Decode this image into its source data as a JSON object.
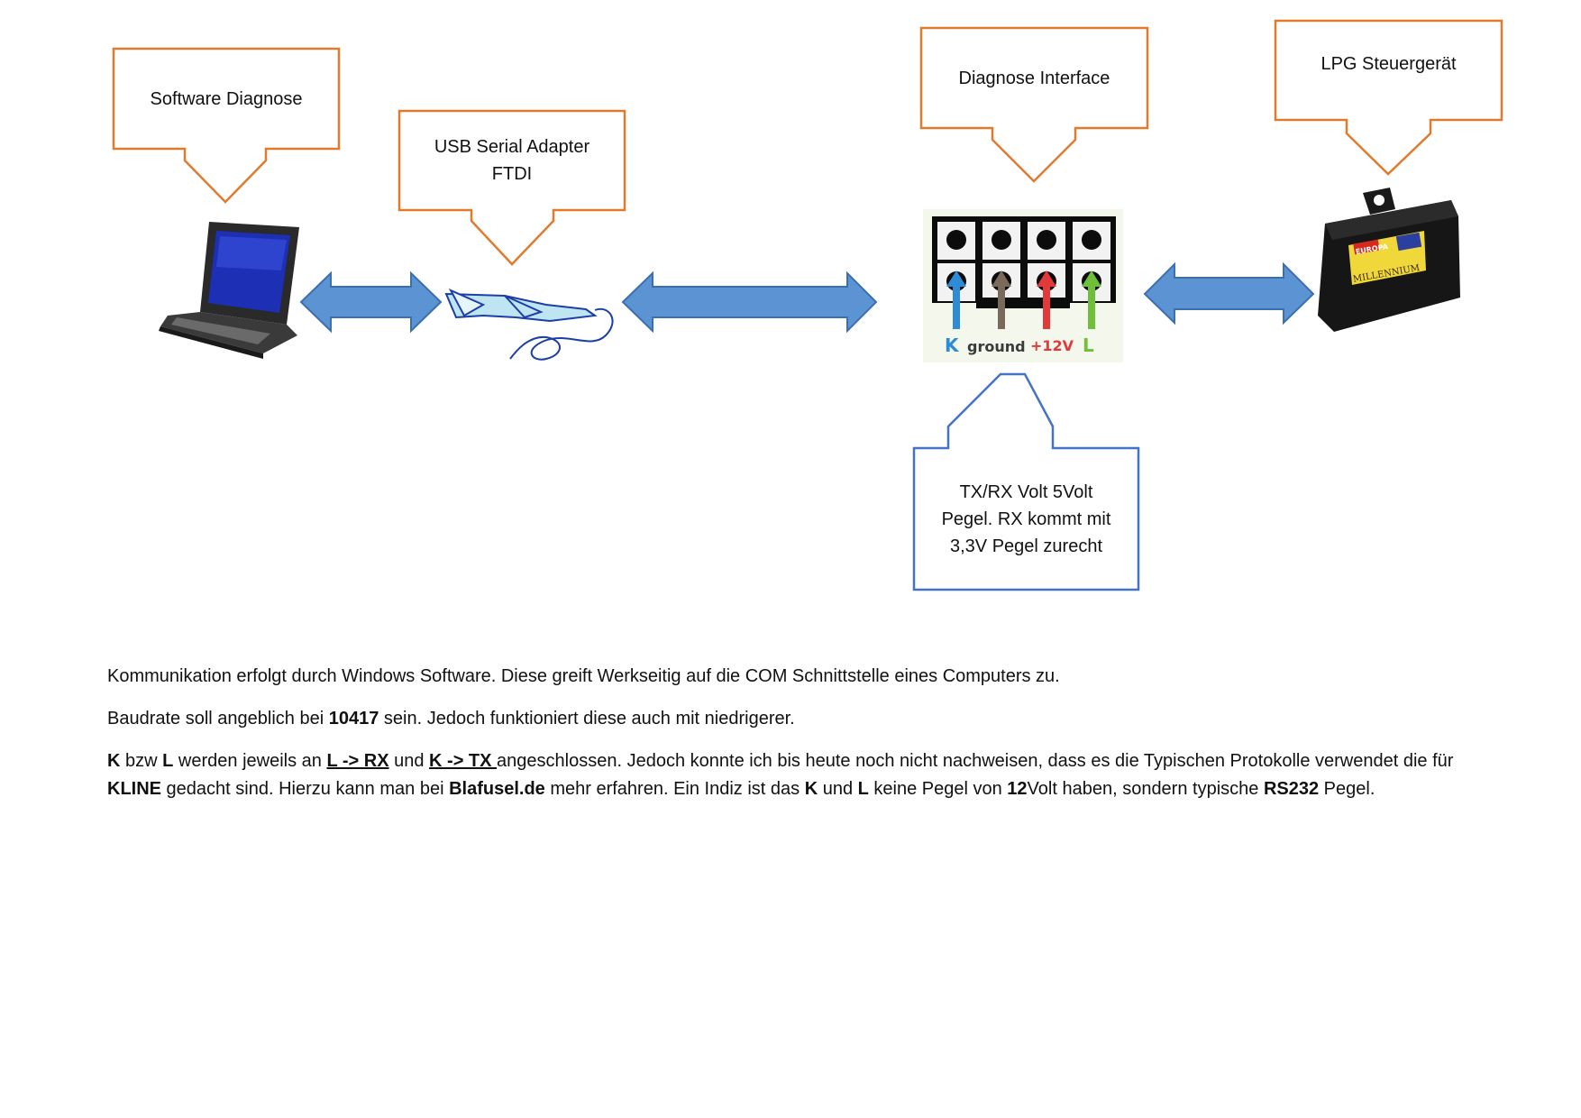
{
  "callouts": {
    "software": "Software Diagnose",
    "usb_line1": "USB Serial Adapter",
    "usb_line2": "FTDI",
    "interface": "Diagnose Interface",
    "lpg": "LPG Steuergerät",
    "txrx_line1": "TX/RX Volt 5Volt",
    "txrx_line2": "Pegel. RX kommt mit",
    "txrx_line3": "3,3V Pegel zurecht"
  },
  "connector": {
    "label_k": "K",
    "label_ground": "ground",
    "label_12v": "+12V",
    "label_l": "L"
  },
  "ecu": {
    "brand": "EUROPA",
    "model": "MILLENNIUM"
  },
  "colors": {
    "callout_orange": "#e07b2e",
    "callout_blue": "#4472c4",
    "arrow_fill": "#5b93d3",
    "arrow_stroke": "#3c6fb0",
    "pin_k": "#2e8bd6",
    "pin_ground": "#7a6a5a",
    "pin_12v": "#e23a3a",
    "pin_l": "#6fbf3a"
  },
  "text": {
    "p1": "Kommunikation erfolgt durch Windows Software. Diese greift Werkseitig auf die COM Schnittstelle eines Computers zu.",
    "p2_a": "Baudrate soll angeblich bei ",
    "p2_b": "10417",
    "p2_c": " sein. Jedoch funktioniert diese auch mit niedrigerer.",
    "p3_k": "K",
    "p3_a": " bzw ",
    "p3_l": "L",
    "p3_b": " werden jeweils an ",
    "p3_lrx": "L -> RX",
    "p3_c": " und ",
    "p3_ktx": "K -> TX ",
    "p3_d": "angeschlossen. Jedoch konnte ich bis heute noch nicht nachweisen, dass es die Typischen Protokolle verwendet die für ",
    "p3_kline": "KLINE",
    "p3_e": " gedacht sind. Hierzu kann man bei ",
    "p3_blaf": "Blafusel.de",
    "p3_f": " mehr erfahren. Ein Indiz ist das ",
    "p3_k2": "K",
    "p3_g": " und ",
    "p3_l2": "L",
    "p3_h": " keine Pegel von ",
    "p3_12": "12",
    "p3_i": "Volt haben, sondern typische ",
    "p3_rs": "RS232",
    "p3_j": " Pegel."
  }
}
